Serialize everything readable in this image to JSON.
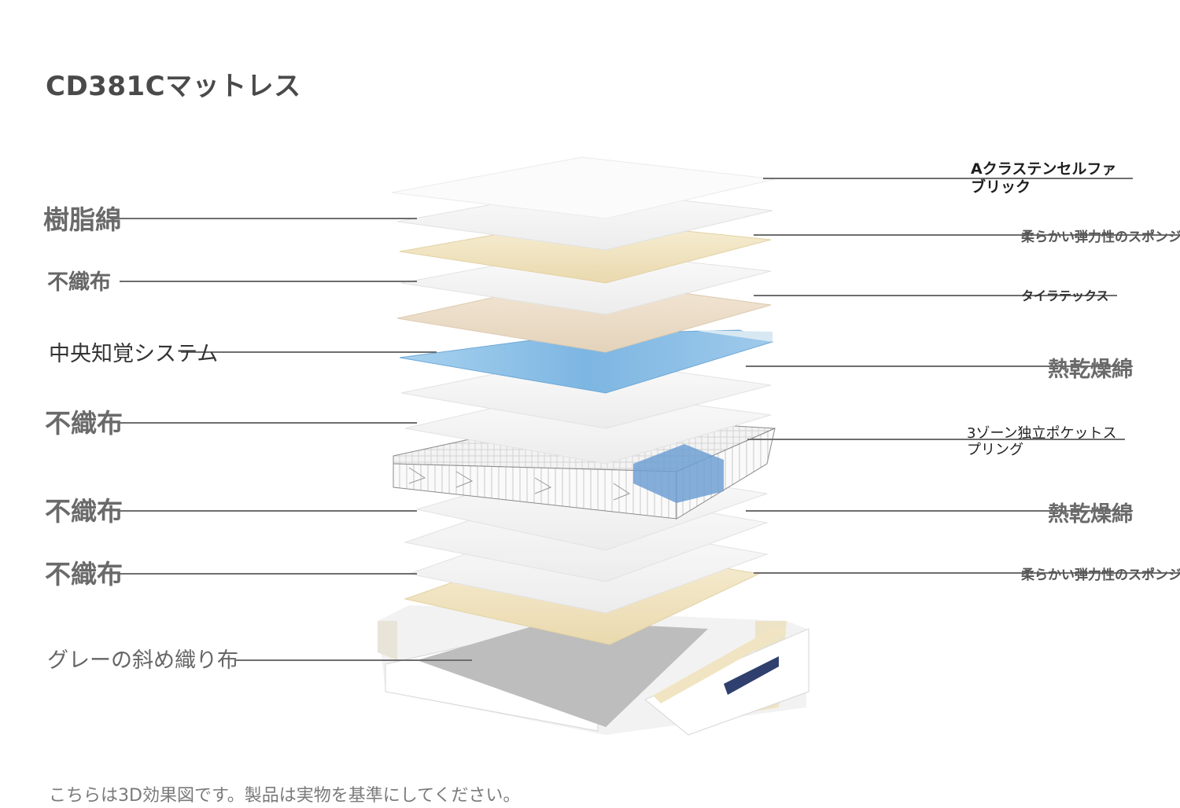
{
  "title": "CD381Cマットレス",
  "left_labels": [
    "樹脂綿",
    "不織布",
    "中央知覚システム",
    "不織布",
    "不織布",
    "不織布",
    "グレーの斜め織り布"
  ],
  "right_labels": {
    "fabric": [
      "Aクラステンセルファ",
      "ブリック"
    ],
    "sponge_top": "柔らかい弾力性のスポンジ",
    "tyratex": "タイラテックス",
    "thermal_cotton_1": "熱乾燥綿",
    "spring": [
      "3ゾーン独立ポケットス",
      "プリング"
    ],
    "thermal_cotton_2": "熱乾燥綿",
    "sponge_bottom": "柔らかい弾力性のスポンジ"
  },
  "footnote": "こちらは3D効果図です。製品は実物を基準にしてください。",
  "colors": {
    "layer_white": "#f4f4f4",
    "layer_cream": "#f3e9cc",
    "layer_beige": "#efe2cf",
    "layer_blue": "#8cc2e8",
    "base_gray": "#bdbdbd",
    "leader_line": "#6e6e6e"
  }
}
